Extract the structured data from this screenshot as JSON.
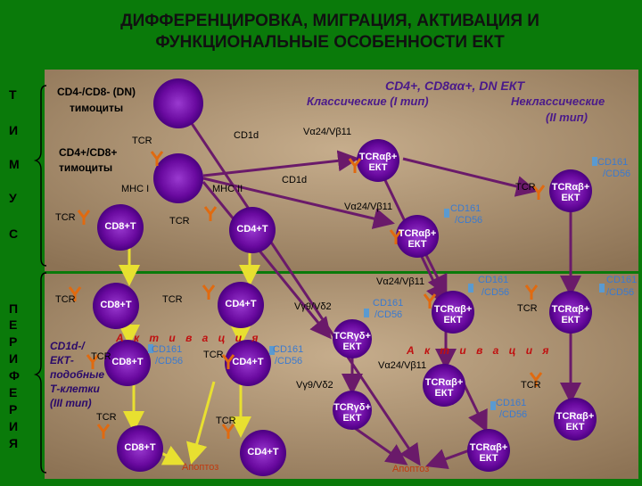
{
  "title_line1": "ДИФФЕРЕНЦИРОВКА, МИГРАЦИЯ, АКТИВАЦИЯ И",
  "title_line2": "ФУНКЦИОНАЛЬНЫЕ ОСОБЕННОСТИ ЕКТ",
  "thymus_letters": [
    "Т",
    "И",
    "М",
    "У",
    "С"
  ],
  "periphery_letters": [
    "П",
    "Е",
    "Р",
    "И",
    "Ф",
    "Е",
    "Р",
    "И",
    "Я"
  ],
  "labels": {
    "dn_line1": "CD4-/CD8- (DN)",
    "dn_line2": "тимоциты",
    "dp_line1": "CD4+/CD8+",
    "dp_line2": "тимоциты",
    "header_main": "CD4+, CD8αα+, DN ЕКТ",
    "header_classic": "Классические (I тип)",
    "header_nonclassic_1": "Неклассические",
    "header_nonclassic_2": "(II тип)",
    "tcr": "TCR",
    "cd1d": "CD1d",
    "mhc1": "MHC I",
    "mhc2": "MHC II",
    "va24": "Vα24/Vβ11",
    "vg9": "Vγ9/Vδ2",
    "cd161_1": "CD161",
    "cd161_2": "/CD56",
    "activation": "А к т и в а ц и я",
    "cd1d_side": "CD1d-/ЕКТ-подобные Т-клетки (III тип)",
    "apoptosis": "Апоптоз"
  },
  "cells": {
    "cd8t": "CD8+T",
    "cd4t": "CD4+T",
    "tcrab_ekt": "TCRαβ+ ЕКТ",
    "tcrgd_ekt": "TCRγδ+ ЕКТ"
  },
  "colors": {
    "background": "#0a7a0a",
    "panel": "#b59a7a",
    "cell_purple": "#7a1aa8",
    "arrow_purple": "#6a1a6a",
    "arrow_yellow": "#e8e030",
    "receptor_orange": "#e06a10"
  }
}
